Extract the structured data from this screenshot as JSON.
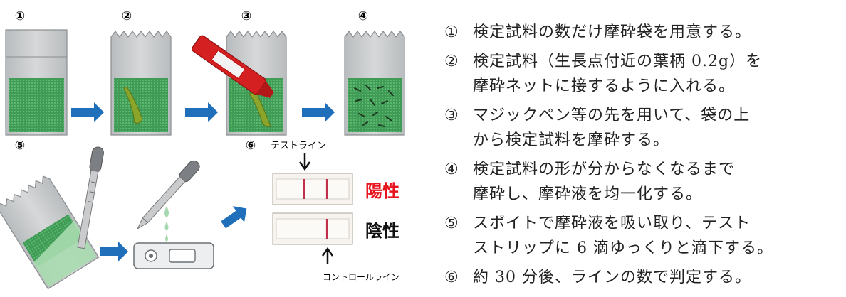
{
  "step_markers": [
    "①",
    "②",
    "③",
    "④",
    "⑤",
    "⑥"
  ],
  "labels": {
    "test_line": "テストライン",
    "control_line": "コントロールライン",
    "positive": "陽性",
    "negative": "陰性"
  },
  "steps": [
    {
      "num": "①",
      "lines": [
        "検定試料の数だけ摩砕袋を用意する。"
      ]
    },
    {
      "num": "②",
      "lines": [
        "検定試料（生長点付近の葉柄 0.2g）を",
        "摩砕ネットに接するように入れる。"
      ]
    },
    {
      "num": "③",
      "lines": [
        "マジックペン等の先を用いて、袋の上",
        "から検定試料を摩砕する。"
      ]
    },
    {
      "num": "④",
      "lines": [
        "検定試料の形が分からなくなるまで",
        "摩砕し、摩砕液を均一化する。"
      ]
    },
    {
      "num": "⑤",
      "lines": [
        "スポイトで摩砕液を吸い取り、テスト",
        "ストリップに 6 滴ゆっくりと滴下する。"
      ]
    },
    {
      "num": "⑥",
      "lines": [
        "約 30 分後、ラインの数で判定する。"
      ]
    }
  ],
  "colors": {
    "bag": "#c9cbcc",
    "bag_edge": "#8a8d8f",
    "liquid": "#3f9b55",
    "leaf": "#8aa52a",
    "arrow": "#1f6fba",
    "pen": "#d42020",
    "positive": "#e8141d",
    "negative": "#111111",
    "strip_line": "#c0304a"
  }
}
